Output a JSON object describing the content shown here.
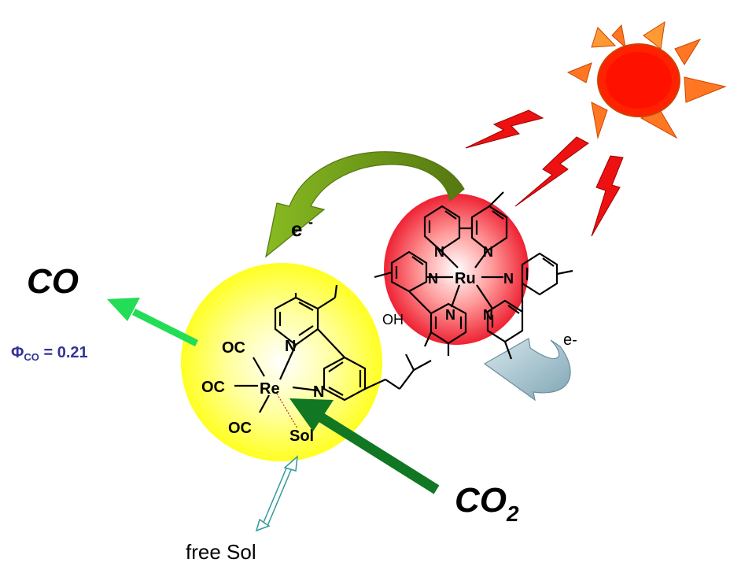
{
  "labels": {
    "co": "CO",
    "quantum_yield_phi": "Φ",
    "quantum_yield_sub": "CO",
    "quantum_yield_value": " = 0.21",
    "co2_main": "CO",
    "co2_sub": "2",
    "free_sol": "free Sol",
    "electron_top": "e",
    "electron_top_sup": "-",
    "electron_right": "e-",
    "re_atom": "Re",
    "ru_atom": "Ru",
    "oc_top": "OC",
    "oc_mid": "OC",
    "oc_bottom": "OC",
    "sol": "Sol",
    "n_re_top": "N",
    "n_re_right": "N",
    "n_ru_1": "N",
    "n_ru_2": "N",
    "n_ru_3": "N",
    "n_ru_4": "N",
    "n_ru_5": "N",
    "n_ru_6": "N",
    "oh_fragment": "OH"
  },
  "colors": {
    "re_sphere": "#ffff33",
    "ru_sphere": "#ee2233",
    "sun": "#ff2200",
    "sun_rays": "#ff7722",
    "lightning": "#ee1111",
    "electron_arrow_top": "#77aa22",
    "electron_arrow_right": "#a8c8d4",
    "co_arrow": "#22dd55",
    "co2_arrow": "#117722",
    "quantum_yield_text": "#333399",
    "solvent_arrow": "#339999"
  }
}
